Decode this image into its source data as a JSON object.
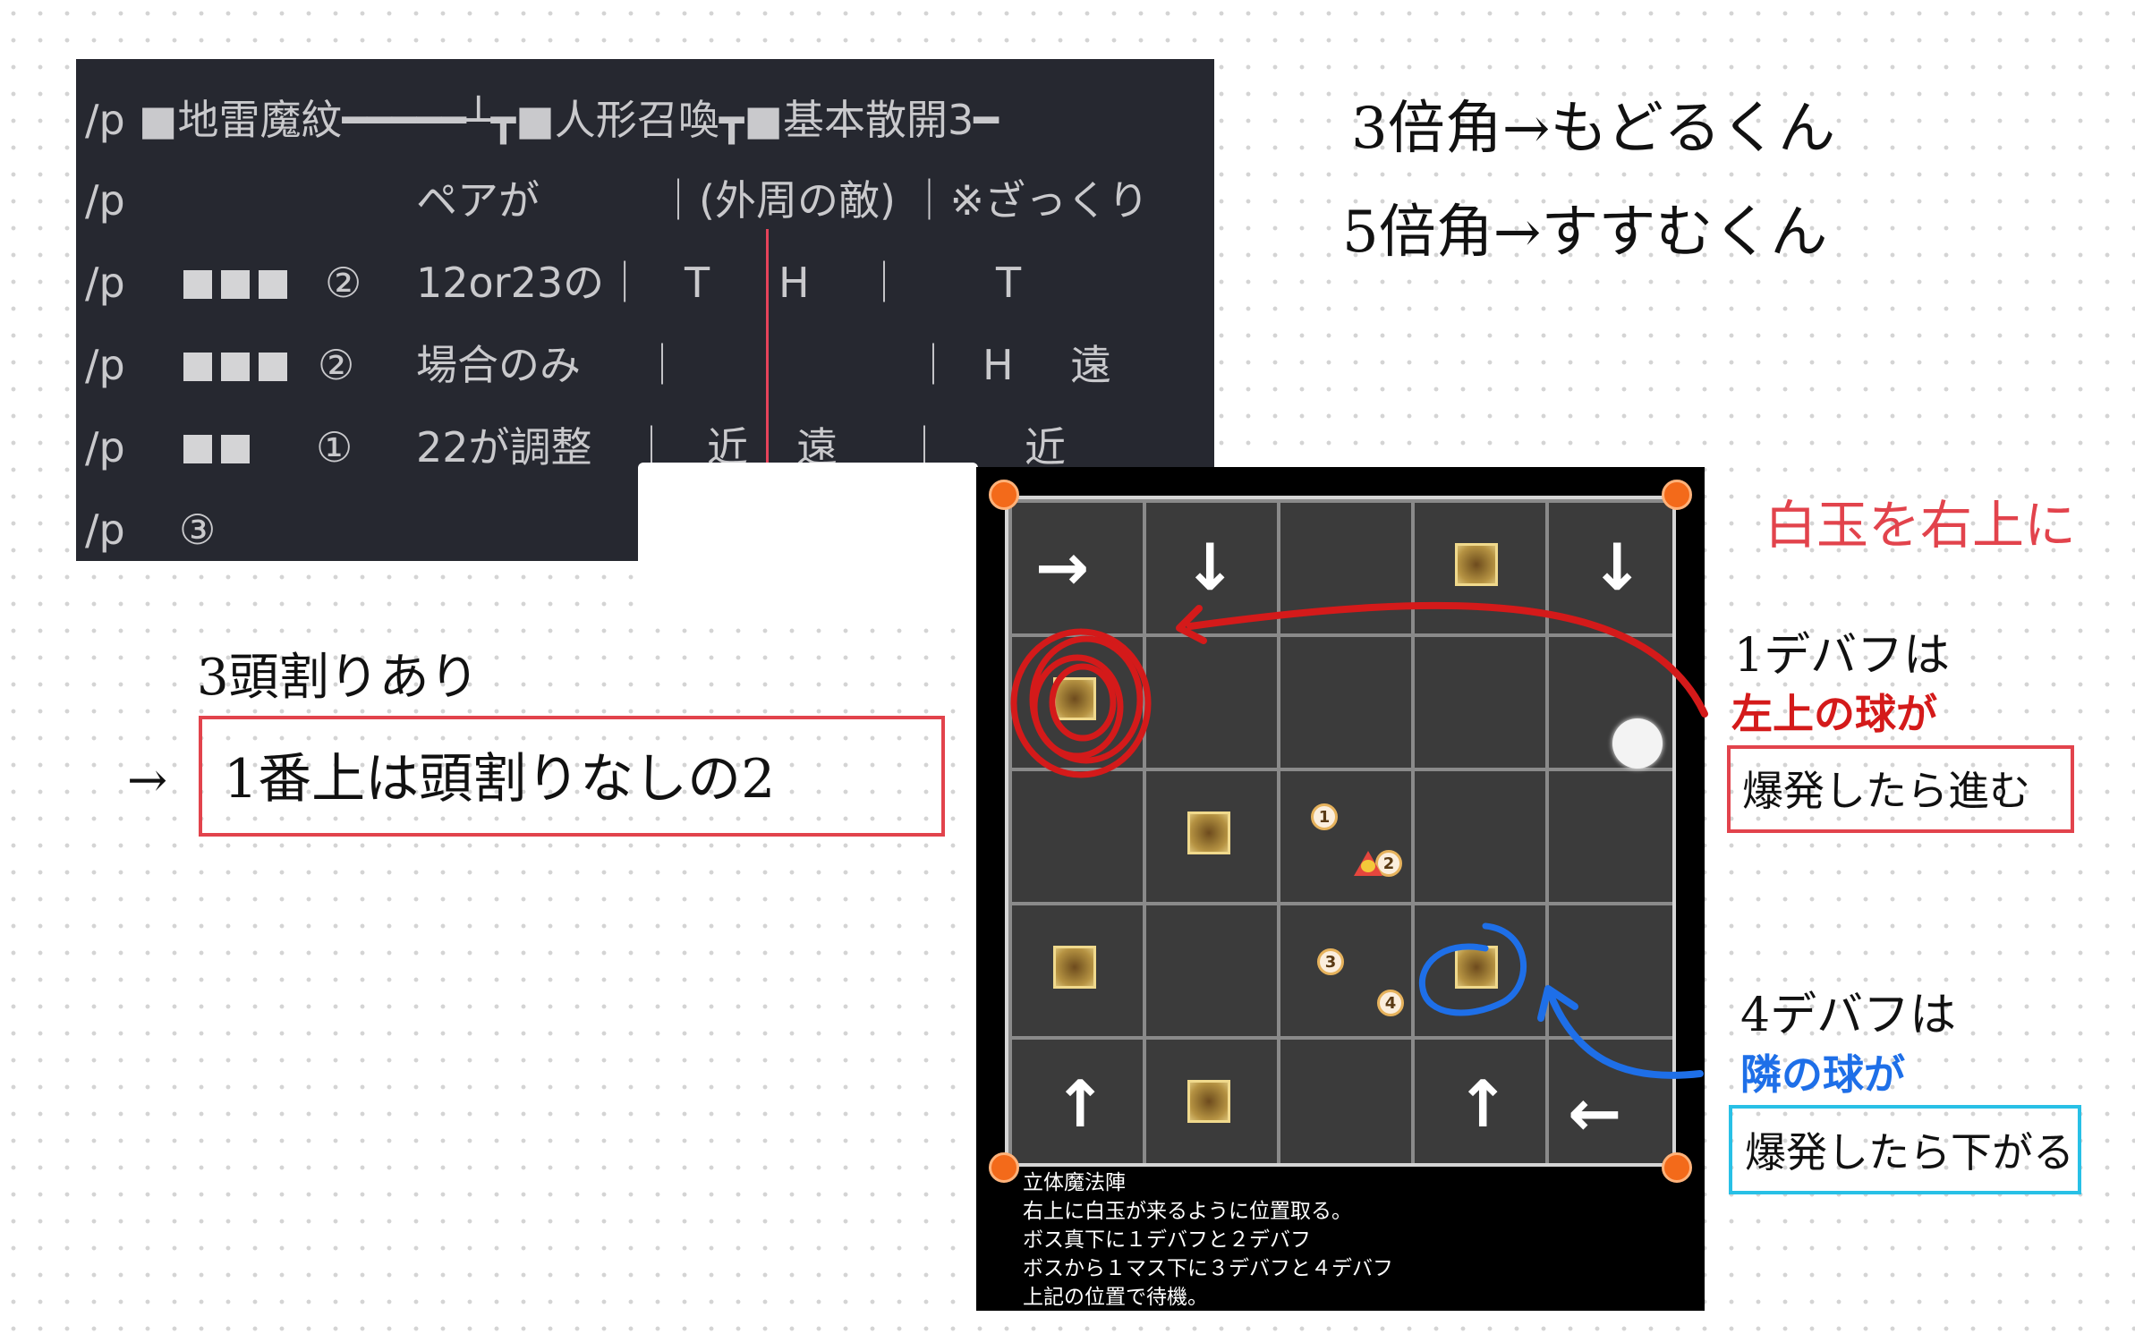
{
  "macro": {
    "lines": [
      {
        "prefix": "/p",
        "text": "■地雷魔紋━━━━━┴┳■人形召喚┳■基本散開3━"
      },
      {
        "prefix": "/p",
        "a": "ペアが",
        "b": "｜(外周の敵) ｜※ざっくり"
      },
      {
        "prefix": "/p",
        "squares": 3,
        "num": "②",
        "a": "12or23の｜",
        "b": "T",
        "c": "H",
        "d": "｜",
        "e": "T"
      },
      {
        "prefix": "/p",
        "squares": 3,
        "num": "②",
        "a": "場合のみ",
        "b": "｜",
        "c": "｜",
        "d": "H",
        "e": "遠"
      },
      {
        "prefix": "/p",
        "squares": 2,
        "num": "①",
        "a": "22が調整",
        "b": "｜",
        "c": "近",
        "d": "遠",
        "e": "｜",
        "f": "近"
      },
      {
        "prefix": "/p",
        "num": "③"
      }
    ]
  },
  "notes": {
    "top_line1": "3倍角→もどるくん",
    "top_line2": "5倍角→すすむくん",
    "left_line1": "3頭割りあり",
    "left_arrow": "→",
    "left_box": "1番上は頭割りなしの2",
    "right_top": "白玉を右上に",
    "debuff1_line1": "1デバフは",
    "debuff1_line2": "左上の球が",
    "debuff1_box": "爆発したら進む",
    "debuff4_line1": "4デバフは",
    "debuff4_line2": "隣の球が",
    "debuff4_box": "爆発したら下がる"
  },
  "map": {
    "markers": [
      "1",
      "2",
      "3",
      "4"
    ],
    "arrows": {
      "right": "→",
      "down": "↓",
      "up": "↑",
      "left": "←"
    },
    "caption": [
      "立体魔法陣",
      "右上に白玉が来るように位置取る。",
      "ボス真下に１デバフと２デバフ",
      "ボスから１マス下に３デバフと４デバフ",
      "上記の位置で待機。"
    ]
  },
  "colors": {
    "panel_bg": "#262830",
    "annotation_red": "#d41a1a",
    "annotation_blue": "#1e6fe8",
    "box_red": "#e2434c",
    "box_cyan": "#28c0e6"
  }
}
